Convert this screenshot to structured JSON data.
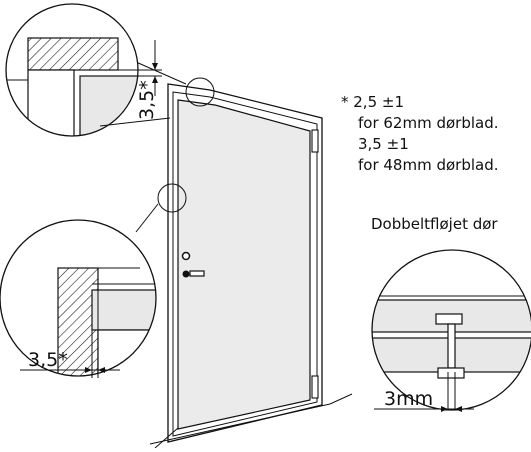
{
  "notes": {
    "asterisk_line": "* 2,5 ±1",
    "line2": "for 62mm dørblad.",
    "line3": "3,5 ±1",
    "line4": "for 48mm dørblad."
  },
  "double_door_title": "Dobbeltfløjet dør",
  "dims": {
    "top_gap": "3,5*",
    "side_gap": "3,5*",
    "double_gap": "3mm"
  }
}
